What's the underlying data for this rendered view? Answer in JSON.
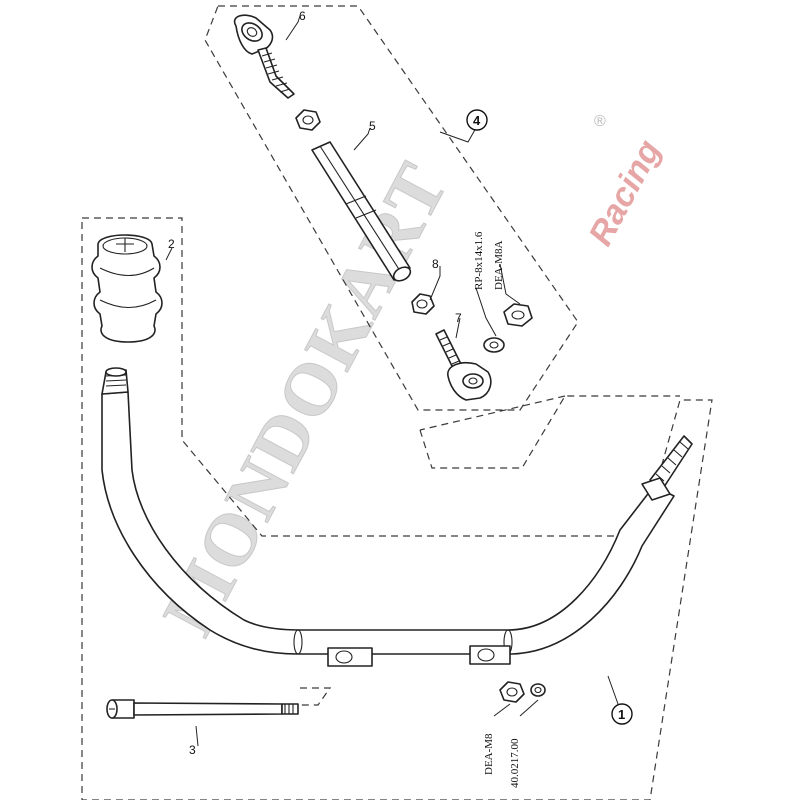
{
  "watermark": {
    "brand": "MONDOKART",
    "registered": "®",
    "sub": "Racing",
    "sub_color": "#e7a6a6"
  },
  "labels": {
    "p1": "1",
    "p2": "2",
    "p3": "3",
    "p4": "4",
    "p5": "5",
    "p6": "6",
    "p7": "7",
    "p8": "8"
  },
  "codes": {
    "washer_spec": "RP-8x14x1.6",
    "nut_m8a": "DEA-M8A",
    "nut_m8": "DEA-M8",
    "part_40": "40.0217.00"
  }
}
